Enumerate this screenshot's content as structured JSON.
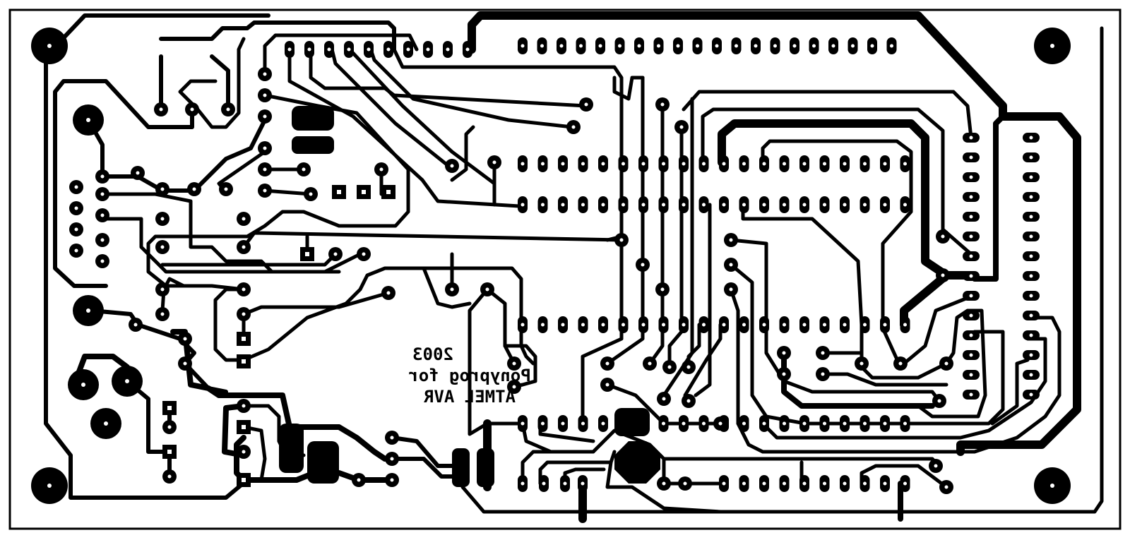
{
  "board": {
    "silkscreen": {
      "year": "2003",
      "line1": "Ponyprog for",
      "line2": "ATMEL AVR"
    },
    "text_mirrored": true,
    "colors": {
      "copper": "#000000",
      "drill": "#ffffff",
      "background": "#ffffff"
    }
  }
}
